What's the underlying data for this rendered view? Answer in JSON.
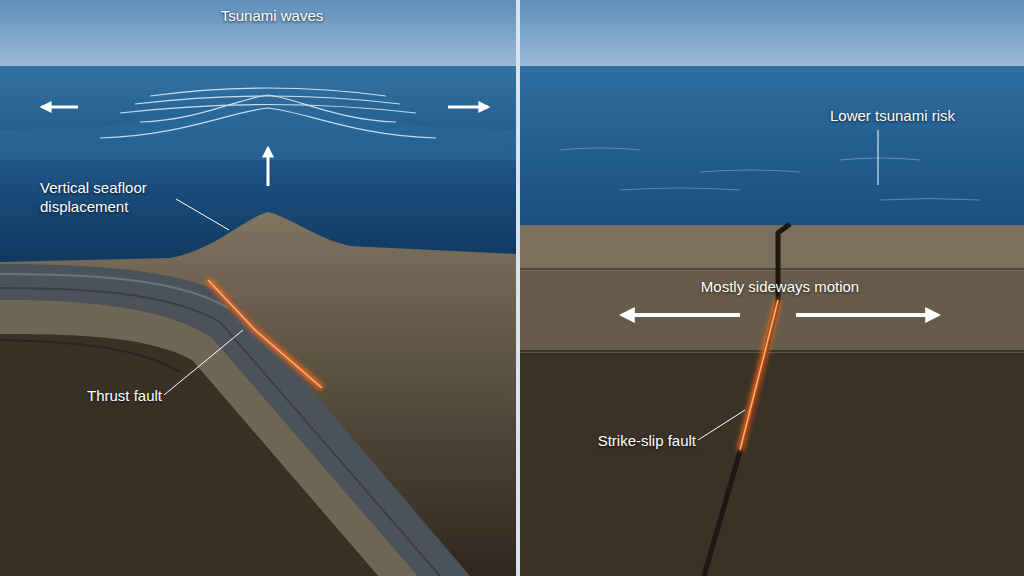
{
  "diagram": {
    "labels": [
      "Tsunami waves",
      "Vertical seafloor displacement",
      "Thrust fault",
      "Lower tsunami risk",
      "Mostly sideways motion",
      "Strike-slip fault"
    ]
  }
}
